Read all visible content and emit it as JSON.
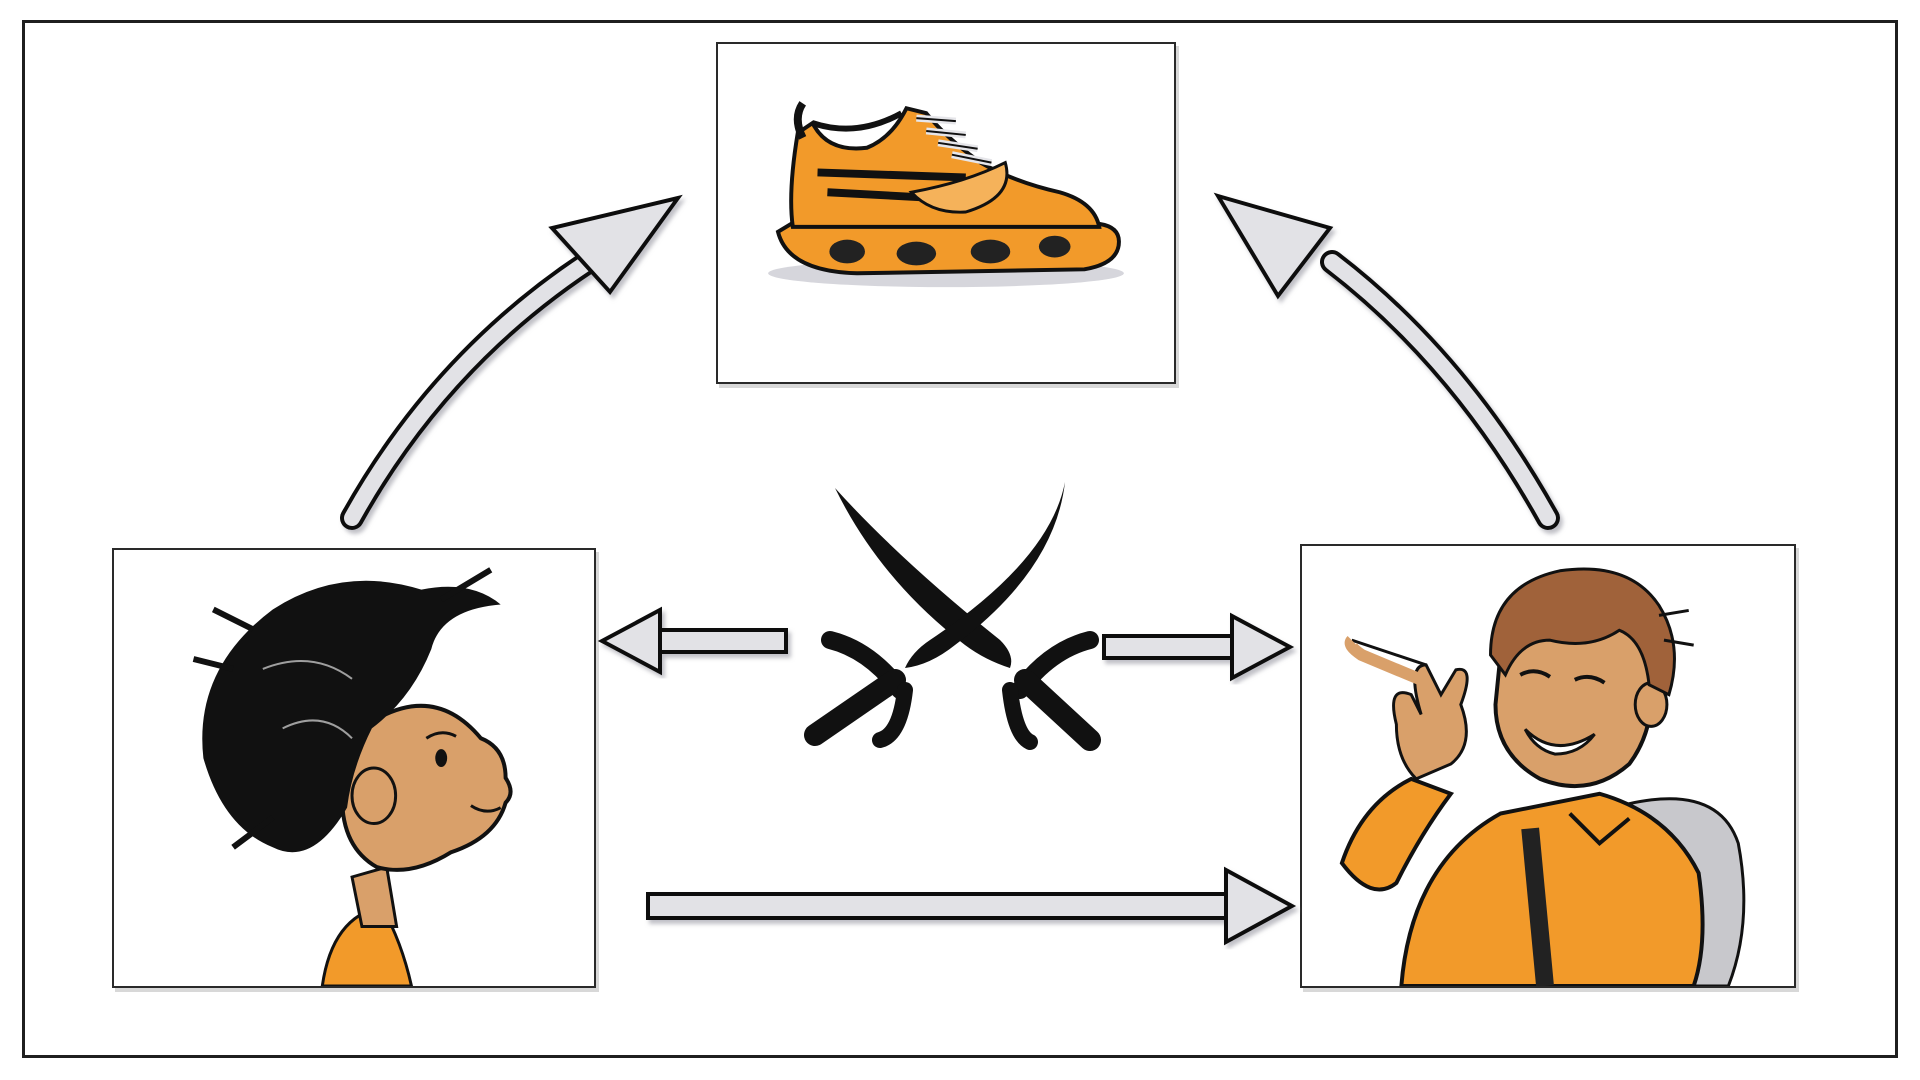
{
  "diagram": {
    "panels": [
      {
        "id": "shoe",
        "subject": "orange-sneaker"
      },
      {
        "id": "kid-left",
        "subject": "dark-haired-kid-profile"
      },
      {
        "id": "kid-right",
        "subject": "brown-haired-kid-pointing"
      }
    ],
    "center_symbol": "crossed-swords-icon",
    "arrows": [
      {
        "from": "kid-left",
        "to": "shoe",
        "style": "curved"
      },
      {
        "from": "kid-right",
        "to": "shoe",
        "style": "curved"
      },
      {
        "from": "crossed-swords",
        "to": "kid-left",
        "style": "short"
      },
      {
        "from": "crossed-swords",
        "to": "kid-right",
        "style": "short"
      },
      {
        "from": "kid-left",
        "to": "kid-right",
        "style": "long"
      }
    ]
  },
  "colors": {
    "accent_orange": "#f29a2a",
    "ink": "#111111",
    "arrow_fill": "#e2e2e6",
    "skin": "#d9a06a",
    "hair_brown": "#a0623a"
  }
}
